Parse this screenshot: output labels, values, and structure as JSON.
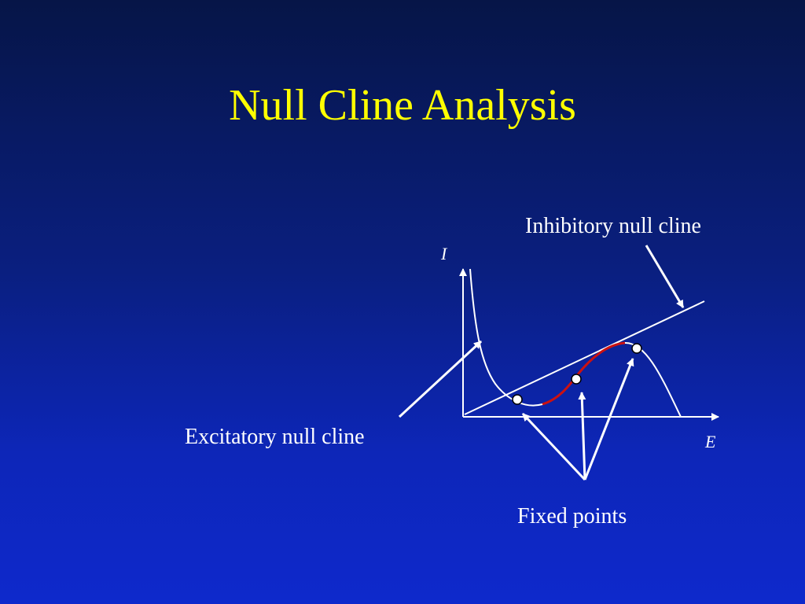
{
  "slide": {
    "title": "Null Cline Analysis"
  },
  "diagram": {
    "axis_y_label": "I",
    "axis_x_label": "E",
    "inhibitory_label": "Inhibitory null cline",
    "excitatory_label": "Excitatory null cline",
    "fixed_points_label": "Fixed points",
    "fixed_point_count": 3,
    "colors": {
      "background_top": "#061547",
      "background_bottom": "#0e29cc",
      "title": "#ffff00",
      "lines": "#ffffff",
      "highlight_segment": "#cc1111"
    }
  }
}
